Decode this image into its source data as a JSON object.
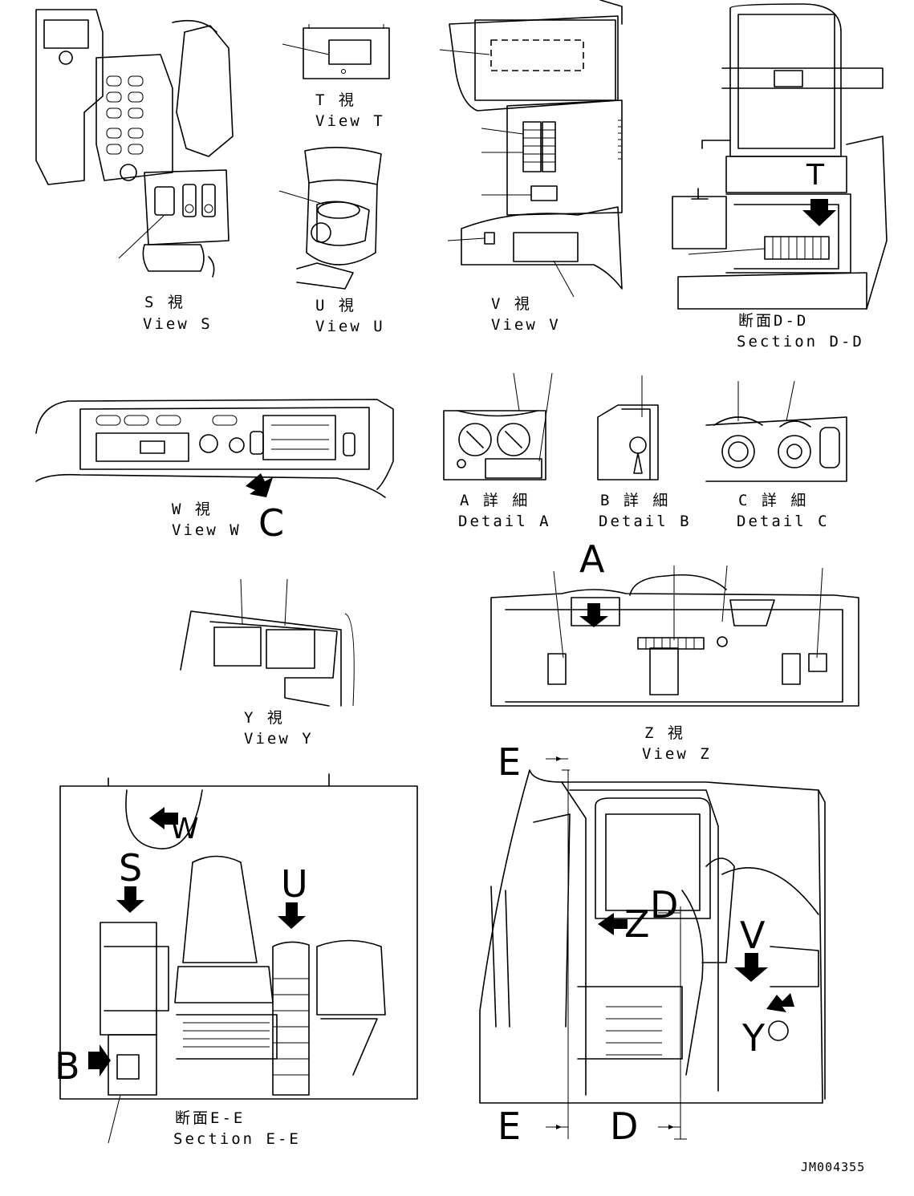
{
  "document_id": "JM004355",
  "views": {
    "S": {
      "jp": "S 視",
      "en": "View S"
    },
    "T": {
      "jp": "T 視",
      "en": "View T"
    },
    "U": {
      "jp": "U 視",
      "en": "View U"
    },
    "V": {
      "jp": "V 視",
      "en": "View V"
    },
    "DD": {
      "jp": "断面D-D",
      "en": "Section D-D"
    },
    "W": {
      "jp": "W 視",
      "en": "View W"
    },
    "A": {
      "jp": "A 詳 細",
      "en": "Detail A"
    },
    "B": {
      "jp": "B 詳 細",
      "en": "Detail B"
    },
    "C": {
      "jp": "C 詳 細",
      "en": "Detail C"
    },
    "Y": {
      "jp": "Y 視",
      "en": "View Y"
    },
    "Z": {
      "jp": "Z 視",
      "en": "View Z"
    },
    "EE": {
      "jp": "断面E-E",
      "en": "Section E-E"
    }
  },
  "markers": {
    "T": "T",
    "C": "C",
    "A": "A",
    "W": "W",
    "S": "S",
    "U": "U",
    "B": "B",
    "D_top": "D",
    "Z": "Z",
    "V": "V",
    "Y": "Y",
    "E_top": "E",
    "E_bottom": "E",
    "D_bottom": "D"
  }
}
